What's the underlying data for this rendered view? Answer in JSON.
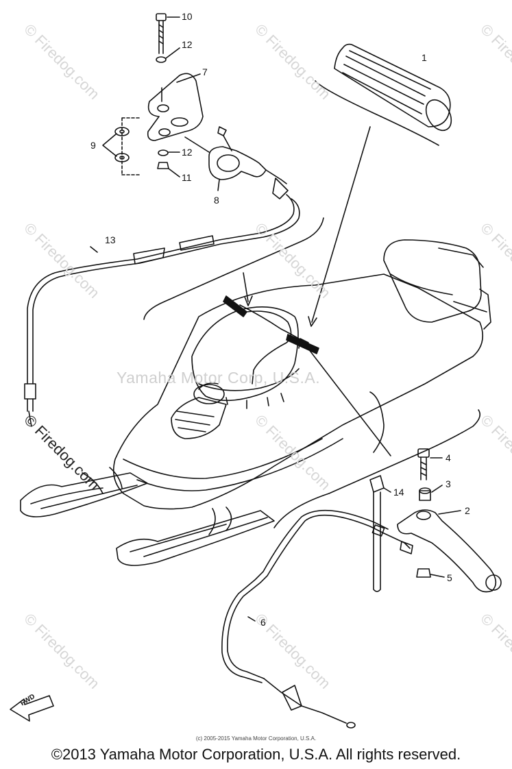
{
  "watermarks": {
    "site": "© Firedog.com",
    "center": "Yamaha Motor Corp, U.S.A."
  },
  "callouts": [
    "1",
    "2",
    "3",
    "4",
    "5",
    "6",
    "7",
    "8",
    "9",
    "10",
    "11",
    "12",
    "12",
    "13",
    "14"
  ],
  "fwd_label": "FWD",
  "small_copyright": "(c) 2005-2015 Yamaha Motor Corporation, U.S.A.",
  "footer": "©2013 Yamaha Motor Corporation, U.S.A. All rights reserved."
}
